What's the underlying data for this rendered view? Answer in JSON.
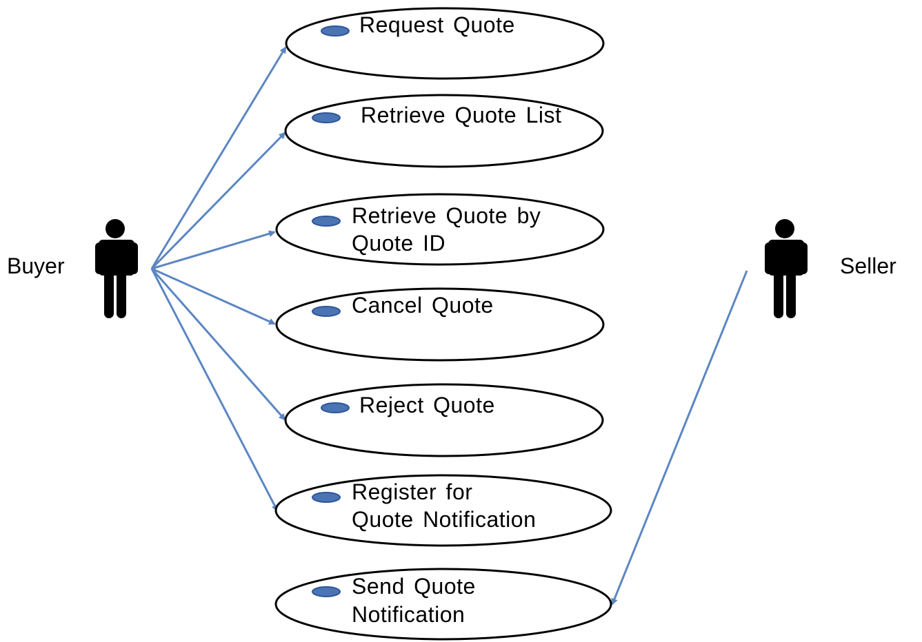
{
  "colors": {
    "association_line": "#5b86c2",
    "bullet_fill": "#4a74b4",
    "ellipse_stroke": "#000000",
    "actor": "#000000"
  },
  "actors": [
    {
      "id": "buyer",
      "label": "Buyer",
      "icon": "stick-figure-icon"
    },
    {
      "id": "seller",
      "label": "Seller",
      "icon": "stick-figure-icon"
    }
  ],
  "use_cases": [
    {
      "id": "request-quote",
      "lines": [
        "Request Quote"
      ]
    },
    {
      "id": "retrieve-quote-list",
      "lines": [
        "Retrieve Quote List"
      ]
    },
    {
      "id": "retrieve-quote-by-id",
      "lines": [
        "Retrieve Quote by",
        "Quote ID"
      ]
    },
    {
      "id": "cancel-quote",
      "lines": [
        "Cancel Quote"
      ]
    },
    {
      "id": "reject-quote",
      "lines": [
        "Reject Quote"
      ]
    },
    {
      "id": "register-notification",
      "lines": [
        "Register for",
        "Quote Notification"
      ]
    },
    {
      "id": "send-notification",
      "lines": [
        "Send Quote",
        "Notification"
      ]
    }
  ],
  "associations": [
    {
      "from": "buyer",
      "to": "request-quote"
    },
    {
      "from": "buyer",
      "to": "retrieve-quote-list"
    },
    {
      "from": "buyer",
      "to": "retrieve-quote-by-id"
    },
    {
      "from": "buyer",
      "to": "cancel-quote"
    },
    {
      "from": "buyer",
      "to": "reject-quote"
    },
    {
      "from": "buyer",
      "to": "register-notification"
    },
    {
      "from": "seller",
      "to": "send-notification"
    }
  ]
}
